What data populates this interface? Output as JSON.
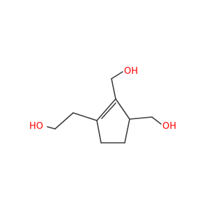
{
  "labels": {
    "hydroxyl_top": "OH",
    "hydroxyl_right": "OH",
    "hydroxyl_left": "HO"
  },
  "colors": {
    "bond": "#3c3c3c",
    "oxygen": "#ff0000",
    "background": "#ffffff"
  }
}
